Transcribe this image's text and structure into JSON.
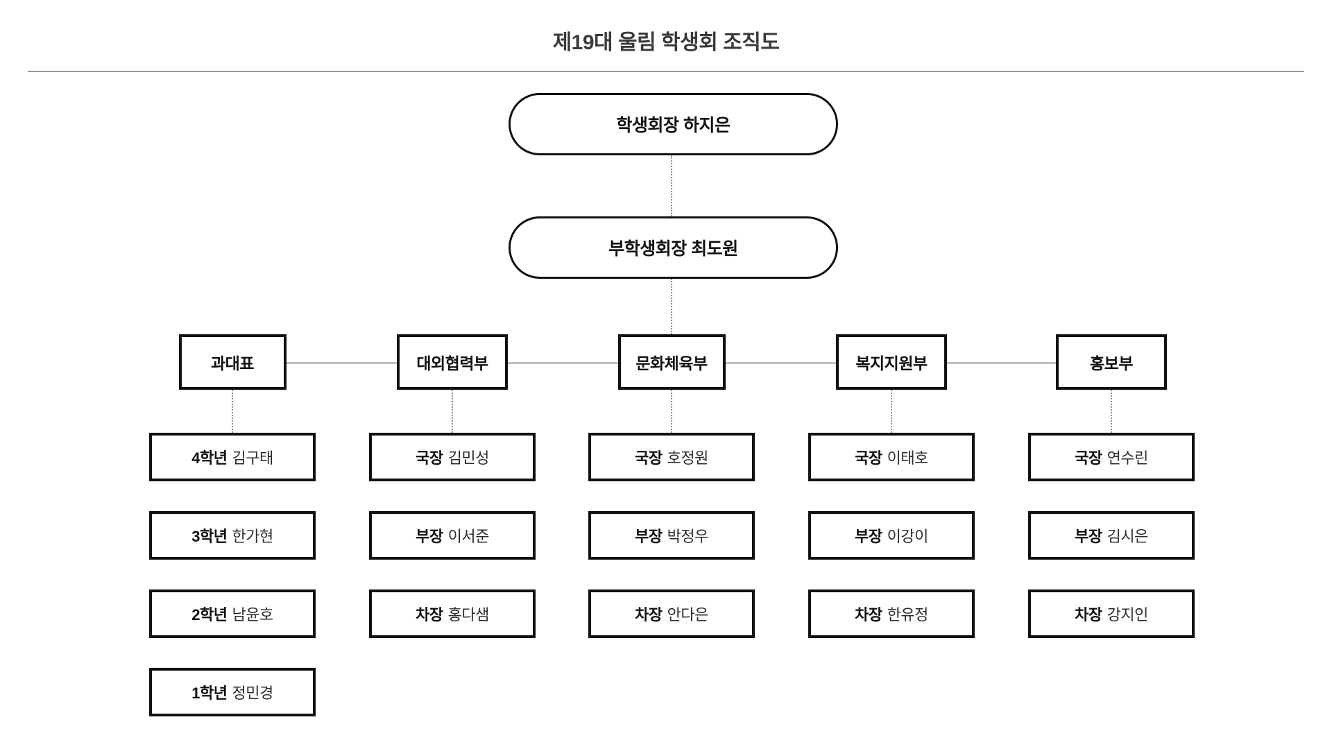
{
  "header": {
    "title": "제19대 울림 학생회 조직도",
    "divider_color": "#9a9a9a"
  },
  "theme": {
    "background": "#ffffff",
    "node_border": "#111111",
    "text": "#222222",
    "connector_dotted": "#8e8e8e",
    "connector_solid": "#c0c0c0"
  },
  "executives": [
    {
      "id": "president",
      "role": "학생회장",
      "name": "하지은",
      "label": "학생회장 하지은"
    },
    {
      "id": "vice",
      "role": "부학생회장",
      "name": "최도원",
      "label": "부학생회장 최도원"
    }
  ],
  "departments": [
    {
      "id": "class-reps",
      "label": "과대표",
      "members": [
        {
          "role": "4학년",
          "name": "김구태"
        },
        {
          "role": "3학년",
          "name": "한가현"
        },
        {
          "role": "2학년",
          "name": "남윤호"
        },
        {
          "role": "1학년",
          "name": "정민경"
        }
      ]
    },
    {
      "id": "external-affairs",
      "label": "대외협력부",
      "members": [
        {
          "role": "국장",
          "name": "김민성"
        },
        {
          "role": "부장",
          "name": "이서준"
        },
        {
          "role": "차장",
          "name": "홍다샘"
        }
      ]
    },
    {
      "id": "culture-sports",
      "label": "문화체육부",
      "members": [
        {
          "role": "국장",
          "name": "호정원"
        },
        {
          "role": "부장",
          "name": "박정우"
        },
        {
          "role": "차장",
          "name": "안다은"
        }
      ]
    },
    {
      "id": "welfare-support",
      "label": "복지지원부",
      "members": [
        {
          "role": "국장",
          "name": "이태호"
        },
        {
          "role": "부장",
          "name": "이강이"
        },
        {
          "role": "차장",
          "name": "한유정"
        }
      ]
    },
    {
      "id": "public-relations",
      "label": "홍보부",
      "members": [
        {
          "role": "국장",
          "name": "연수린"
        },
        {
          "role": "부장",
          "name": "김시은"
        },
        {
          "role": "차장",
          "name": "강지인"
        }
      ]
    }
  ]
}
